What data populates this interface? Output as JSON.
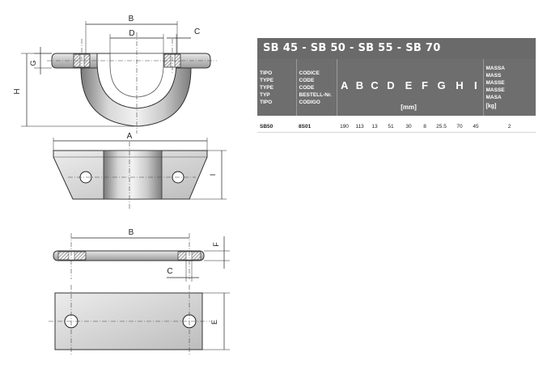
{
  "title": "SB 45 - SB 50 - SB 55 - SB 70",
  "drawing_labels": {
    "B": "B",
    "D": "D",
    "C": "C",
    "G": "G",
    "H": "H",
    "A": "A",
    "I": "I",
    "F": "F",
    "E": "E"
  },
  "table": {
    "header_left": [
      "TIPO",
      "TYPE",
      "TYPE",
      "TYP",
      "TIPO"
    ],
    "header_code": [
      "CODICE",
      "CODE",
      "CODE",
      "BESTELL-Nr.",
      "CODIGO"
    ],
    "dim_columns": [
      "A",
      "B",
      "C",
      "D",
      "E",
      "F",
      "G",
      "H",
      "I"
    ],
    "unit": "[mm]",
    "header_mass": [
      "MASSA",
      "MASS",
      "MASSE",
      "MASSE",
      "MASA"
    ],
    "mass_unit": "[kg]",
    "rows": [
      {
        "tipo": "SB50",
        "codice": "8S01",
        "values": [
          "190",
          "113",
          "13",
          "51",
          "30",
          "8",
          "25.5",
          "70",
          "45"
        ],
        "massa": "2"
      }
    ]
  }
}
